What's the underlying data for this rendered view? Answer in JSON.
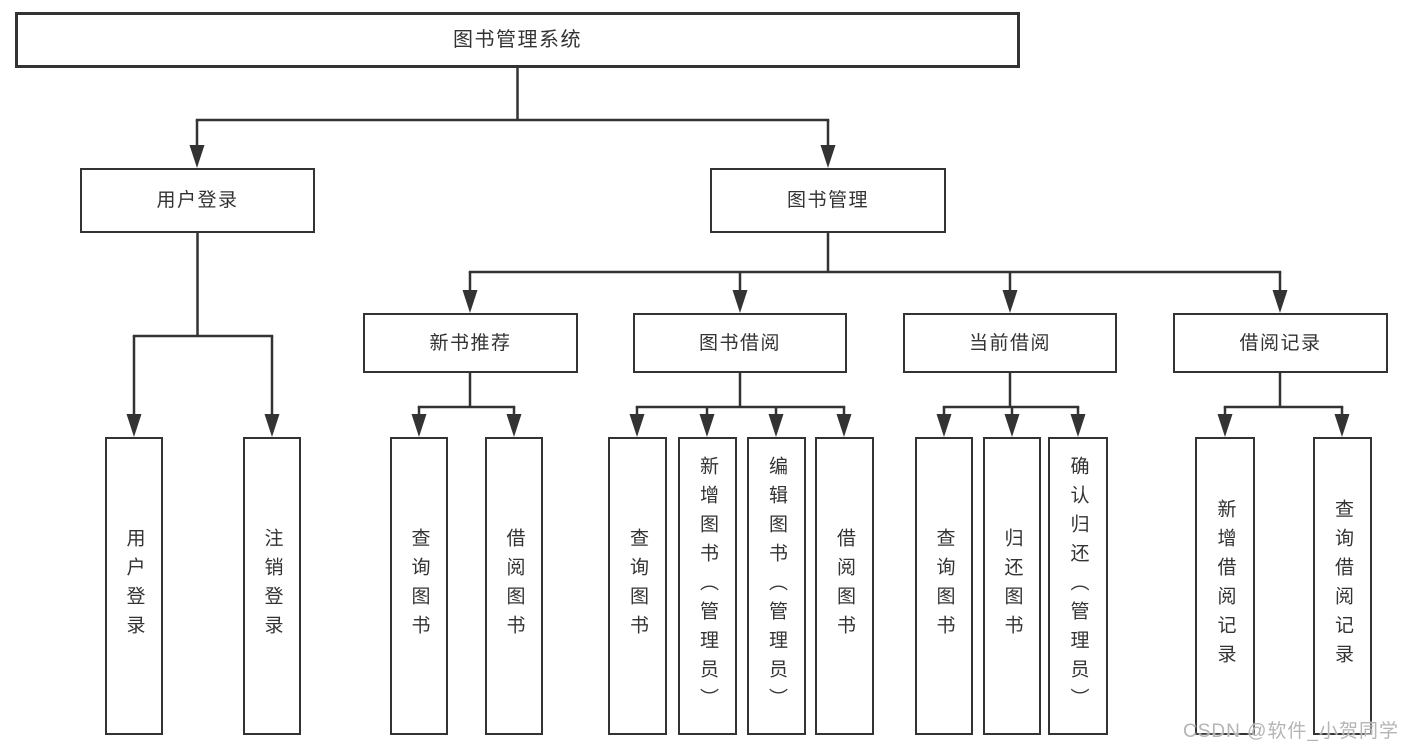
{
  "diagram": {
    "title_note": "functional structure diagram",
    "root": {
      "label": "图书管理系统"
    },
    "level2": [
      {
        "label": "用户登录"
      },
      {
        "label": "图书管理"
      }
    ],
    "level3": [
      {
        "label": "新书推荐"
      },
      {
        "label": "图书借阅"
      },
      {
        "label": "当前借阅"
      },
      {
        "label": "借阅记录"
      }
    ],
    "leaves": {
      "user_login": [
        "用户登录",
        "注销登录"
      ],
      "new_book": [
        "查询图书",
        "借阅图书"
      ],
      "book_borrow": [
        "查询图书",
        "新增图书（管理员）",
        "编辑图书（管理员）",
        "借阅图书"
      ],
      "current_borrow": [
        "查询图书",
        "归还图书",
        "确认归还（管理员）"
      ],
      "borrow_record": [
        "新增借阅记录",
        "查询借阅记录"
      ]
    },
    "colors": {
      "line": "#333333",
      "text": "#333333",
      "box_fill": "#ffffff",
      "watermark": "#b5b5b5"
    },
    "watermark": "CSDN @软件_小贺同学"
  }
}
